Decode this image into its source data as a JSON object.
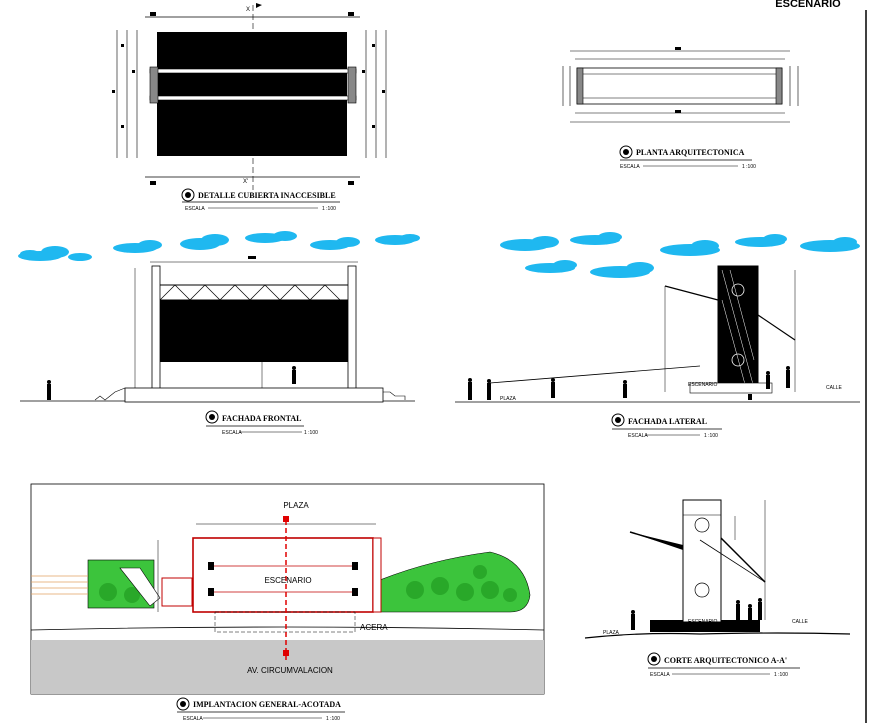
{
  "sheet_title": "ESCENARIO",
  "views": {
    "cubierta": {
      "title": "DETALLE CUBIERTA INACCESIBLE",
      "scale_label": "ESCALA",
      "scale": "1 :100",
      "axis_top": "X",
      "axis_bottom": "X'"
    },
    "planta": {
      "title": "PLANTA ARQUITECTONICA",
      "scale_label": "ESCALA",
      "scale": "1 :100"
    },
    "fachada_frontal": {
      "title": "FACHADA FRONTAL",
      "scale_label": "ESCALA",
      "scale": "1 :100"
    },
    "fachada_lateral": {
      "title": "FACHADA LATERAL",
      "scale_label": "ESCALA",
      "scale": "1 :100",
      "label_plaza": "PLAZA",
      "label_escenario": "ESCENARIO",
      "label_calle": "CALLE"
    },
    "implantacion": {
      "title": "IMPLANTACION GENERAL-ACOTADA",
      "scale_label": "ESCALA",
      "scale": "1 :100",
      "label_plaza": "PLAZA",
      "label_escenario": "ESCENARIO",
      "label_acera": "ACERA",
      "label_avenida": "AV. CIRCUMVALACION"
    },
    "corte": {
      "title": "CORTE ARQUITECTONICO A-A'",
      "scale_label": "ESCALA",
      "scale": "1 :100",
      "label_plaza": "PLAZA",
      "label_escenario": "ESCENARIO",
      "label_calle": "CALLE"
    }
  },
  "colors": {
    "sky_cloud": "#1fb8f0",
    "grass": "#3cc43c",
    "road": "#c8c8c8",
    "axis_red": "#e00000",
    "wall_red": "#c00000"
  }
}
